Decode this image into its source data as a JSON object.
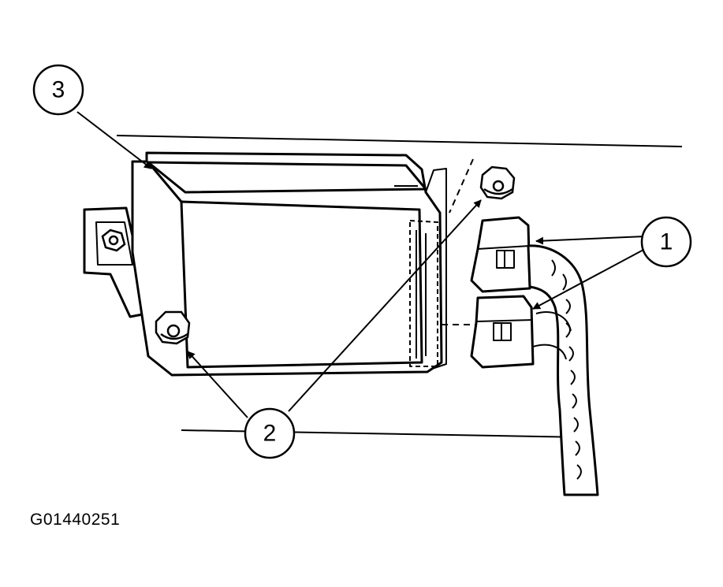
{
  "callouts": {
    "c1": "1",
    "c2": "2",
    "c3": "3"
  },
  "figure_id": "G01440251",
  "colors": {
    "ink": "#000000",
    "paper": "#ffffff"
  }
}
